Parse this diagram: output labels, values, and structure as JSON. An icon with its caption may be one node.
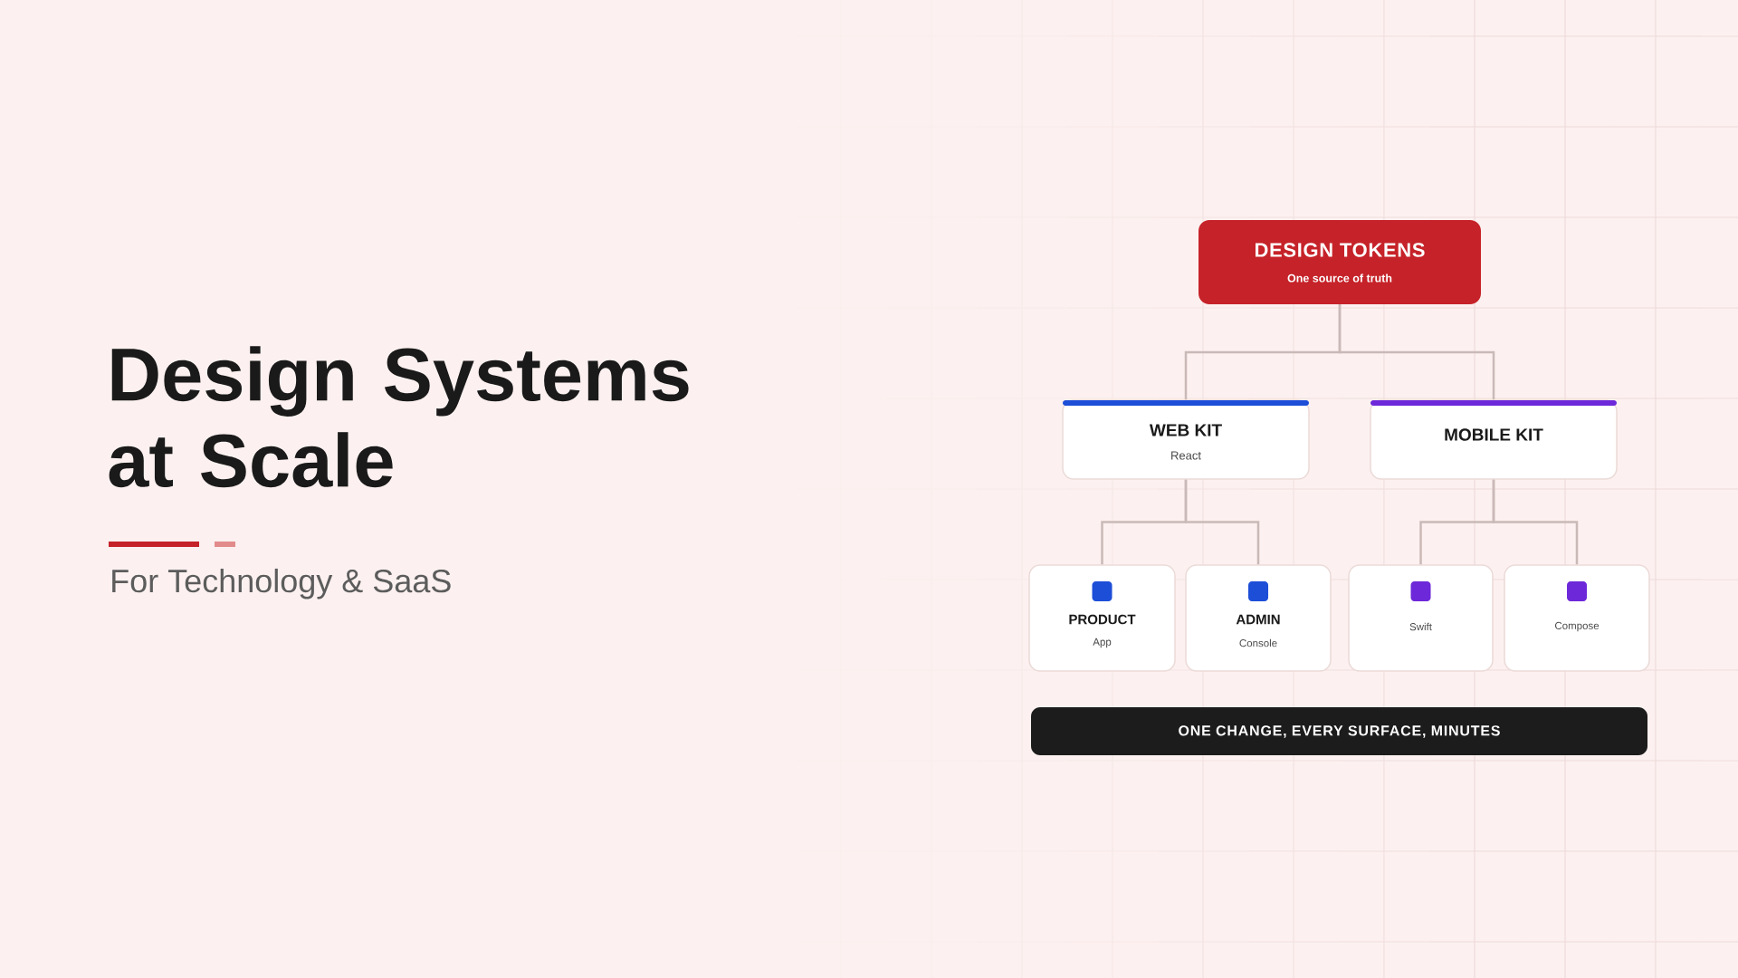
{
  "diagram": {
    "title": "Design Systems at Scale",
    "nodes": [
      {
        "text": [
          "DESIGN TOKENS",
          "One source of truth"
        ]
      },
      {
        "text": [
          "WEB KIT",
          "React"
        ]
      },
      {
        "text": [
          "MOBILE KIT"
        ]
      },
      {
        "text": [
          "PRODUCT",
          "App"
        ]
      },
      {
        "text": [
          "ADMIN",
          "Console"
        ]
      },
      {
        "text": [
          "Swift"
        ]
      },
      {
        "text": [
          "Compose"
        ]
      },
      {
        "text": [
          "ONE CHANGE, EVERY SURFACE, MINUTES"
        ]
      }
    ],
    "edges": [
      {
        "from": 0,
        "to": 1,
        "arrow": "none"
      },
      {
        "from": 0,
        "to": 2,
        "arrow": "none"
      },
      {
        "from": 1,
        "to": 3,
        "arrow": "none"
      },
      {
        "from": 1,
        "to": 4,
        "arrow": "none"
      },
      {
        "from": 2,
        "to": 5,
        "arrow": "none"
      },
      {
        "from": 2,
        "to": 6,
        "arrow": "none"
      }
    ],
    "labels": [
      "For Technology & SaaS"
    ]
  }
}
